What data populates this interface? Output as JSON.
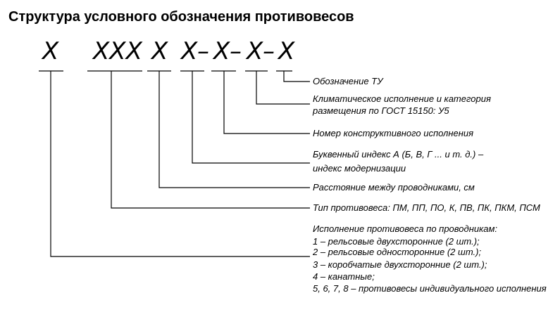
{
  "title": "Структура условного обозначения противовесов",
  "code": {
    "p1": "X",
    "p2": "XXX",
    "p3": "X",
    "p4": "X",
    "d1": "–",
    "p5": "X",
    "d2": "–",
    "p6": "X",
    "d3": "–",
    "p7": "X"
  },
  "descriptions": {
    "tu": "Обозначение ТУ",
    "climate_1": "Климатическое исполнение и категория",
    "climate_2": "размещения по ГОСТ 15150: У5",
    "construct": "Номер конструктивного исполнения",
    "index_1": "Буквенный индекс А (Б, В, Г ... и т. д.) –",
    "index_2": "индекс модернизации",
    "distance": "Расстояние между проводниками, см",
    "type": "Тип противовеса: ПМ, ПП, ПО, К, ПВ, ПК, ПКМ, ПСМ",
    "exec_0": "Исполнение противовеса по проводникам:",
    "exec_1": "1 – рельсовые двухсторонние (2 шт.);",
    "exec_2": "2 – рельсовые односторонние (2 шт.);",
    "exec_3": "3 – коробчатые двухсторонние (2 шт.);",
    "exec_4": "4 – канатные;",
    "exec_5": "5, 6, 7, 8 – противовесы индивидуального исполнения"
  }
}
